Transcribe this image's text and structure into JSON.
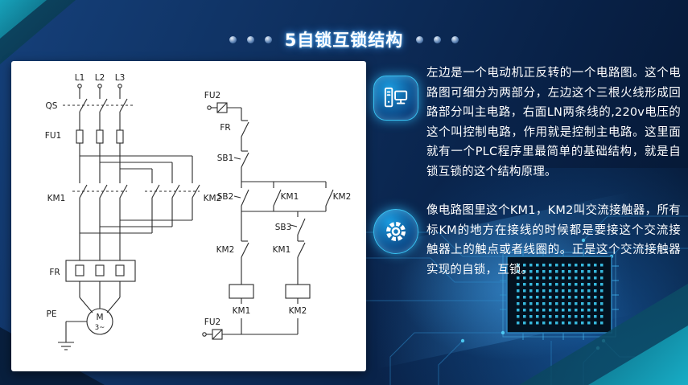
{
  "title": "5自锁互锁结构",
  "accent_color": "#39c2f2",
  "circuit": {
    "phase_labels": [
      "L1",
      "L2",
      "L3"
    ],
    "qs": "QS",
    "fu1": "FU1",
    "km1_main": "KM1",
    "km2_main": "KM2",
    "fr_main": "FR",
    "pe": "PE",
    "motor": "M",
    "motor_phase": "3~",
    "fu2_top": "FU2",
    "fr_control": "FR",
    "sb1": "SB1",
    "sb2": "SB2",
    "sb3": "SB3",
    "km1_latch": "KM1",
    "km2_latch": "KM2",
    "km2_interlock": "KM2",
    "km1_interlock": "KM1",
    "km1_coil": "KM1",
    "km2_coil": "KM2",
    "fu2_bottom": "FU2"
  },
  "notes": {
    "p1": "左边是一个电动机正反转的一个电路图。这个电路图可细分为两部分，左边这个三根火线形成回路部分叫主电路，右面LN两条线的,220v电压的这个叫控制电路，作用就是控制主电路。这里面就有一个PLC程序里最简单的基础结构，就是自锁互锁的这个结构原理。",
    "p2": "像电路图里这个KM1，KM2叫交流接触器，所有标KM的地方在接线的时候都是要接这个交流接触器上的触点或者线圈的。正是这个交流接触器实现的自锁，互锁。"
  }
}
